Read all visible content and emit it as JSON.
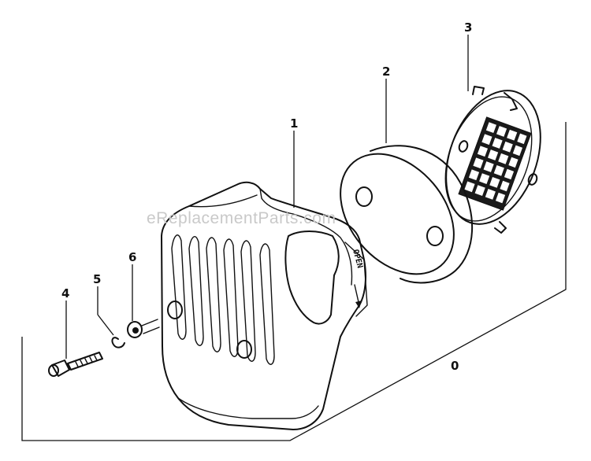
{
  "diagram": {
    "watermark": "eReplacementParts.com",
    "cover_marking": "OPEN",
    "callouts": {
      "assembly": "0",
      "cover": "1",
      "element": "2",
      "screen": "3",
      "bolt": "4",
      "clip": "5",
      "washer": "6"
    }
  },
  "colors": {
    "ink": "#111111",
    "background": "#ffffff",
    "watermark": "#c9c9c9"
  }
}
